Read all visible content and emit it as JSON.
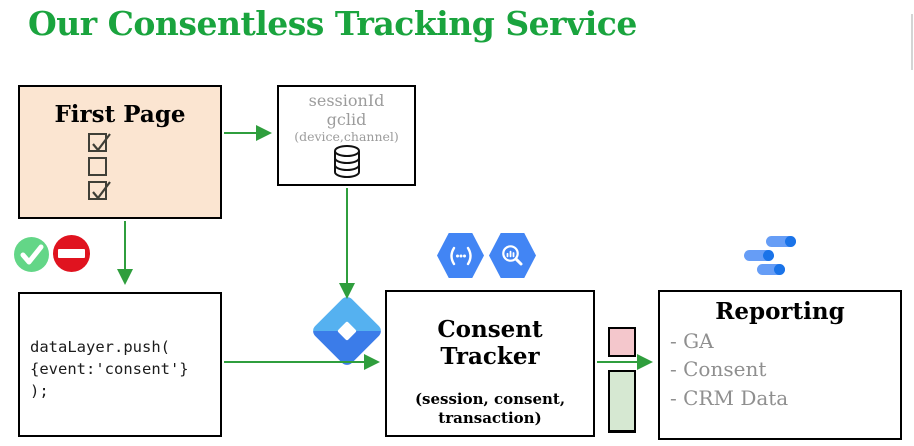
{
  "title": "Our Consentless Tracking Service",
  "first_page": {
    "title": "First Page",
    "checkboxes": [
      "checked",
      "unchecked",
      "checked"
    ]
  },
  "session_store": {
    "line1": "sessionId",
    "line2": "gclid",
    "line3": "(device,channel)",
    "icon": "database-cylinder-icon"
  },
  "status_icons": {
    "allow": "green-check-circle-icon",
    "deny": "no-entry-icon"
  },
  "code_box": {
    "lines": [
      "dataLayer.push(",
      "{event:'consent'}",
      ");"
    ]
  },
  "gtm": {
    "icon": "google-tag-manager-icon"
  },
  "consent_tracker": {
    "title": "Consent Tracker",
    "subtitle_line1": "(session, consent,",
    "subtitle_line2": "transaction)"
  },
  "cloud_icons": {
    "functions": "cloud-functions-icon",
    "bigquery": "bigquery-icon"
  },
  "reporting": {
    "title": "Reporting",
    "items": [
      "- GA",
      "- Consent",
      "- CRM Data"
    ],
    "icon": "data-studio-icon"
  },
  "colors": {
    "title_green": "#1aa43e",
    "arrow_green": "#2f9e3d",
    "peach_bg": "#fbe5d1",
    "allow_green": "#63d687",
    "deny_red": "#e0131f",
    "gtm_light_blue": "#55b1f0",
    "gtm_dark_blue": "#3b7ce9",
    "gcp_blue": "#4285f4",
    "pill_light_blue": "#669df6",
    "pill_dark_blue": "#1a73e8",
    "legend_pink": "#f4c7cc",
    "legend_green": "#d6e8d2",
    "muted_gray": "#9c9c9c"
  }
}
